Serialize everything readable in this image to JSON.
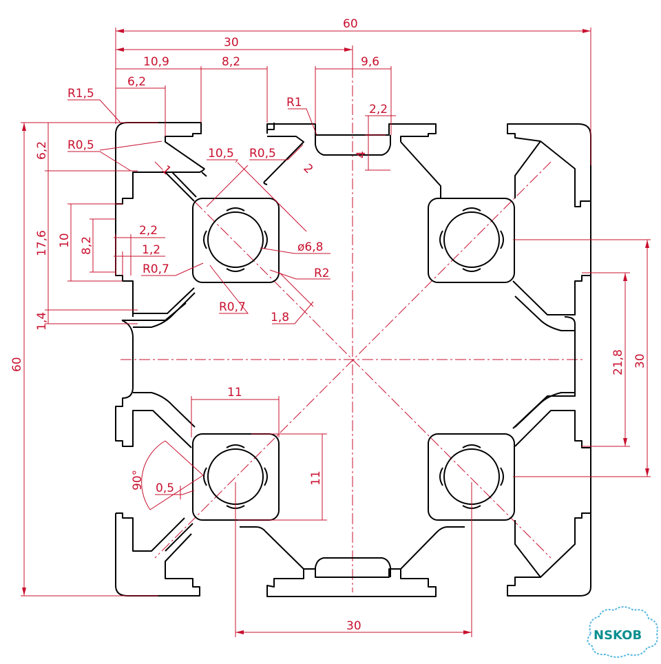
{
  "drawing": {
    "dimensions": {
      "overall_width": "60",
      "half_width": "30",
      "d_10_9": "10,9",
      "d_8_2_top": "8,2",
      "d_9_6": "9,6",
      "d_6_2_top": "6,2",
      "r_1_5": "R1,5",
      "r_0_5_left": "R0,5",
      "r_0_5_mid": "R0,5",
      "r_1": "R1",
      "d_2_2_top": "2,2",
      "d_4": "4",
      "d_10_5": "10,5",
      "d_2_slot": "2",
      "d_1_slot": "1",
      "d_6_2_left": "6,2",
      "d_17_6": "17,6",
      "d_10": "10",
      "d_8_2_left": "8,2",
      "d_2_2_left": "2,2",
      "d_1_2": "1,2",
      "r_0_7_a": "R0,7",
      "r_0_7_b": "R0,7",
      "d_1_4": "1,4",
      "overall_height": "60",
      "dia_6_8": "ø6,8",
      "r_2": "R2",
      "d_1_8": "1,8",
      "d_30_right": "30",
      "d_21_8": "21,8",
      "d_11_h": "11",
      "d_11_v": "11",
      "angle_90": "90°",
      "d_0_5": "0,5",
      "d_30_bottom": "30"
    },
    "logo": "NSKOB",
    "colors": {
      "dimension": "#c8102e",
      "profile": "#000000",
      "logo": "#0a8f8f"
    }
  }
}
